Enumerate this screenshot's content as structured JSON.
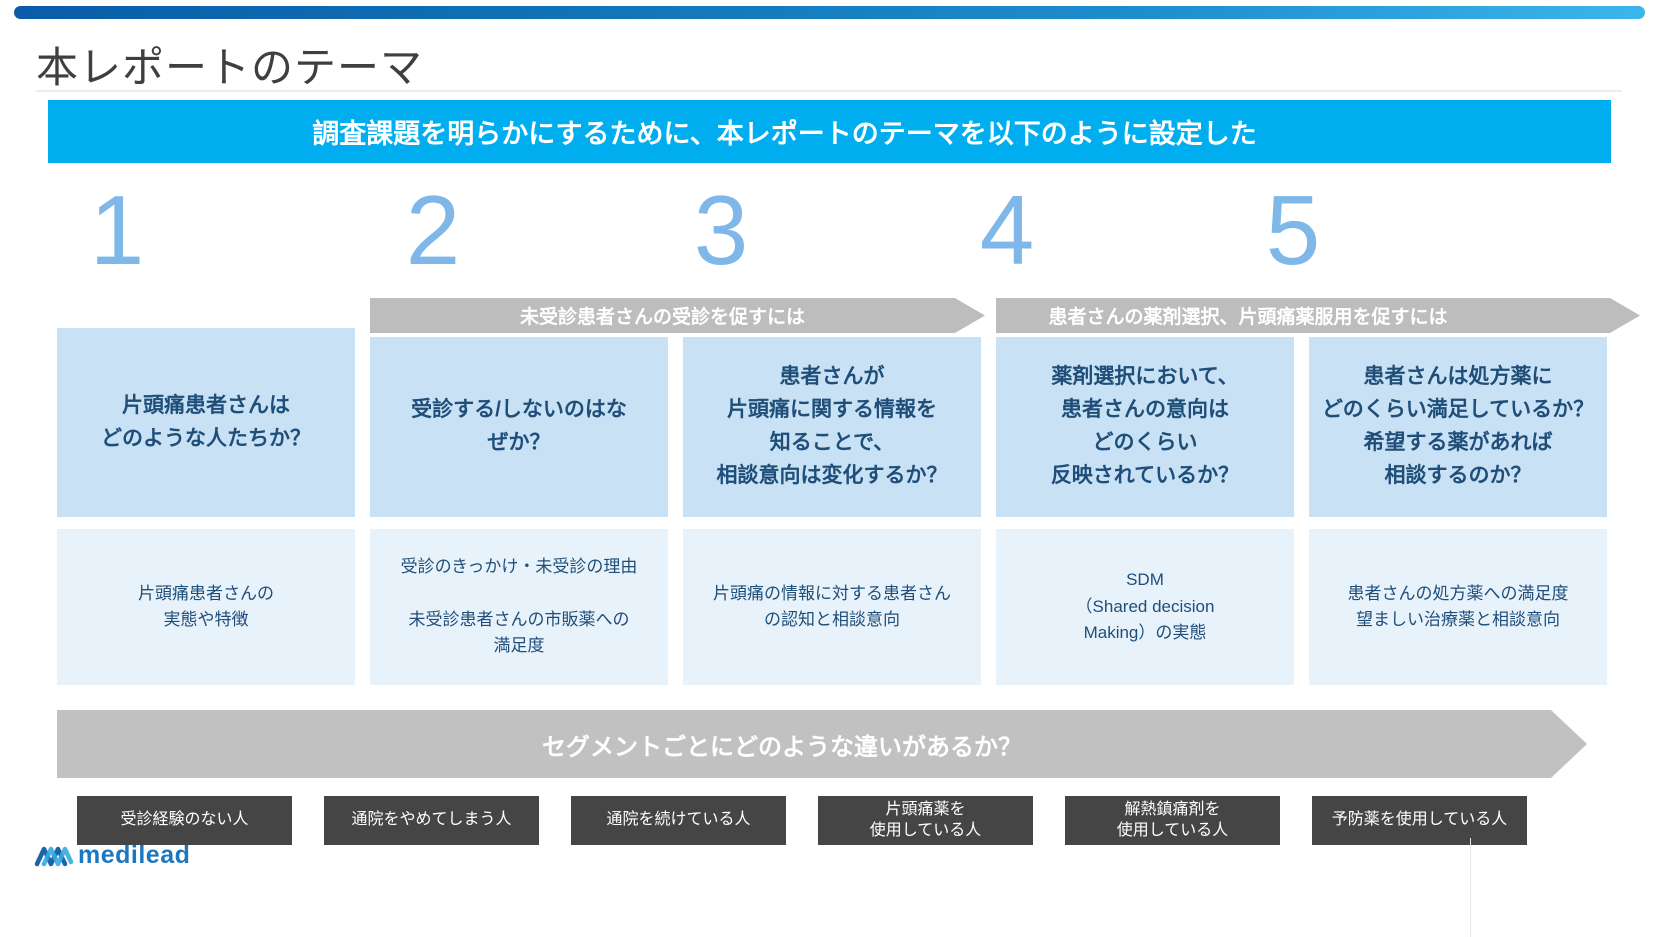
{
  "slide": {
    "title": "本レポートのテーマ",
    "banner": "調査課題を明らかにするために、本レポートのテーマを以下のように設定した"
  },
  "themes": [
    {
      "number": "1",
      "question": "片頭痛患者さんは\nどのような人たちか？",
      "detail": "片頭痛患者さんの\n実態や特徴"
    },
    {
      "number": "2",
      "question": "受診する/しないのはな\nぜか？",
      "detail": "受診のきっかけ・未受診の理由\n\n未受診患者さんの市販薬への\n満足度"
    },
    {
      "number": "3",
      "question": "患者さんが\n片頭痛に関する情報を\n知ることで、\n相談意向は変化するか？",
      "detail": "片頭痛の情報に対する患者さん\nの認知と相談意向"
    },
    {
      "number": "4",
      "question": "薬剤選択において、\n患者さんの意向は\nどのくらい\n反映されているか？",
      "detail": "SDM\n（Shared decision\nMaking）の実態"
    },
    {
      "number": "5",
      "question": "患者さんは処方薬に\nどのくらい満足しているか？\n希望する薬があれば\n相談するのか？",
      "detail": "患者さんの処方薬への満足度\n望ましい治療薬と相談意向"
    }
  ],
  "group_arrows": [
    {
      "label": "未受診患者さんの受診を促すには"
    },
    {
      "label": "患者さんの薬剤選択、片頭痛薬服用を促すには"
    }
  ],
  "bottom_arrow": {
    "label": "セグメントごとにどのような違いがあるか？"
  },
  "segments": {
    "items": [
      "受診経験のない人",
      "通院をやめてしまう人",
      "通院を続けている人",
      "片頭痛薬を\n使用している人",
      "解熱鎮痛剤を\n使用している人",
      "予防薬を使用している人"
    ]
  },
  "logo": {
    "text": "medilead"
  },
  "colors": {
    "accent_blue": "#00AEEF",
    "number_blue": "#7FB8E8",
    "arrow_gray": "#BDBDBD",
    "question_box_blue": "#C8E1F5",
    "detail_box_blue": "#E8F2FB",
    "text_navy": "#1F4E79",
    "segment_dark": "#454545",
    "logo_blue": "#1C77BE"
  }
}
